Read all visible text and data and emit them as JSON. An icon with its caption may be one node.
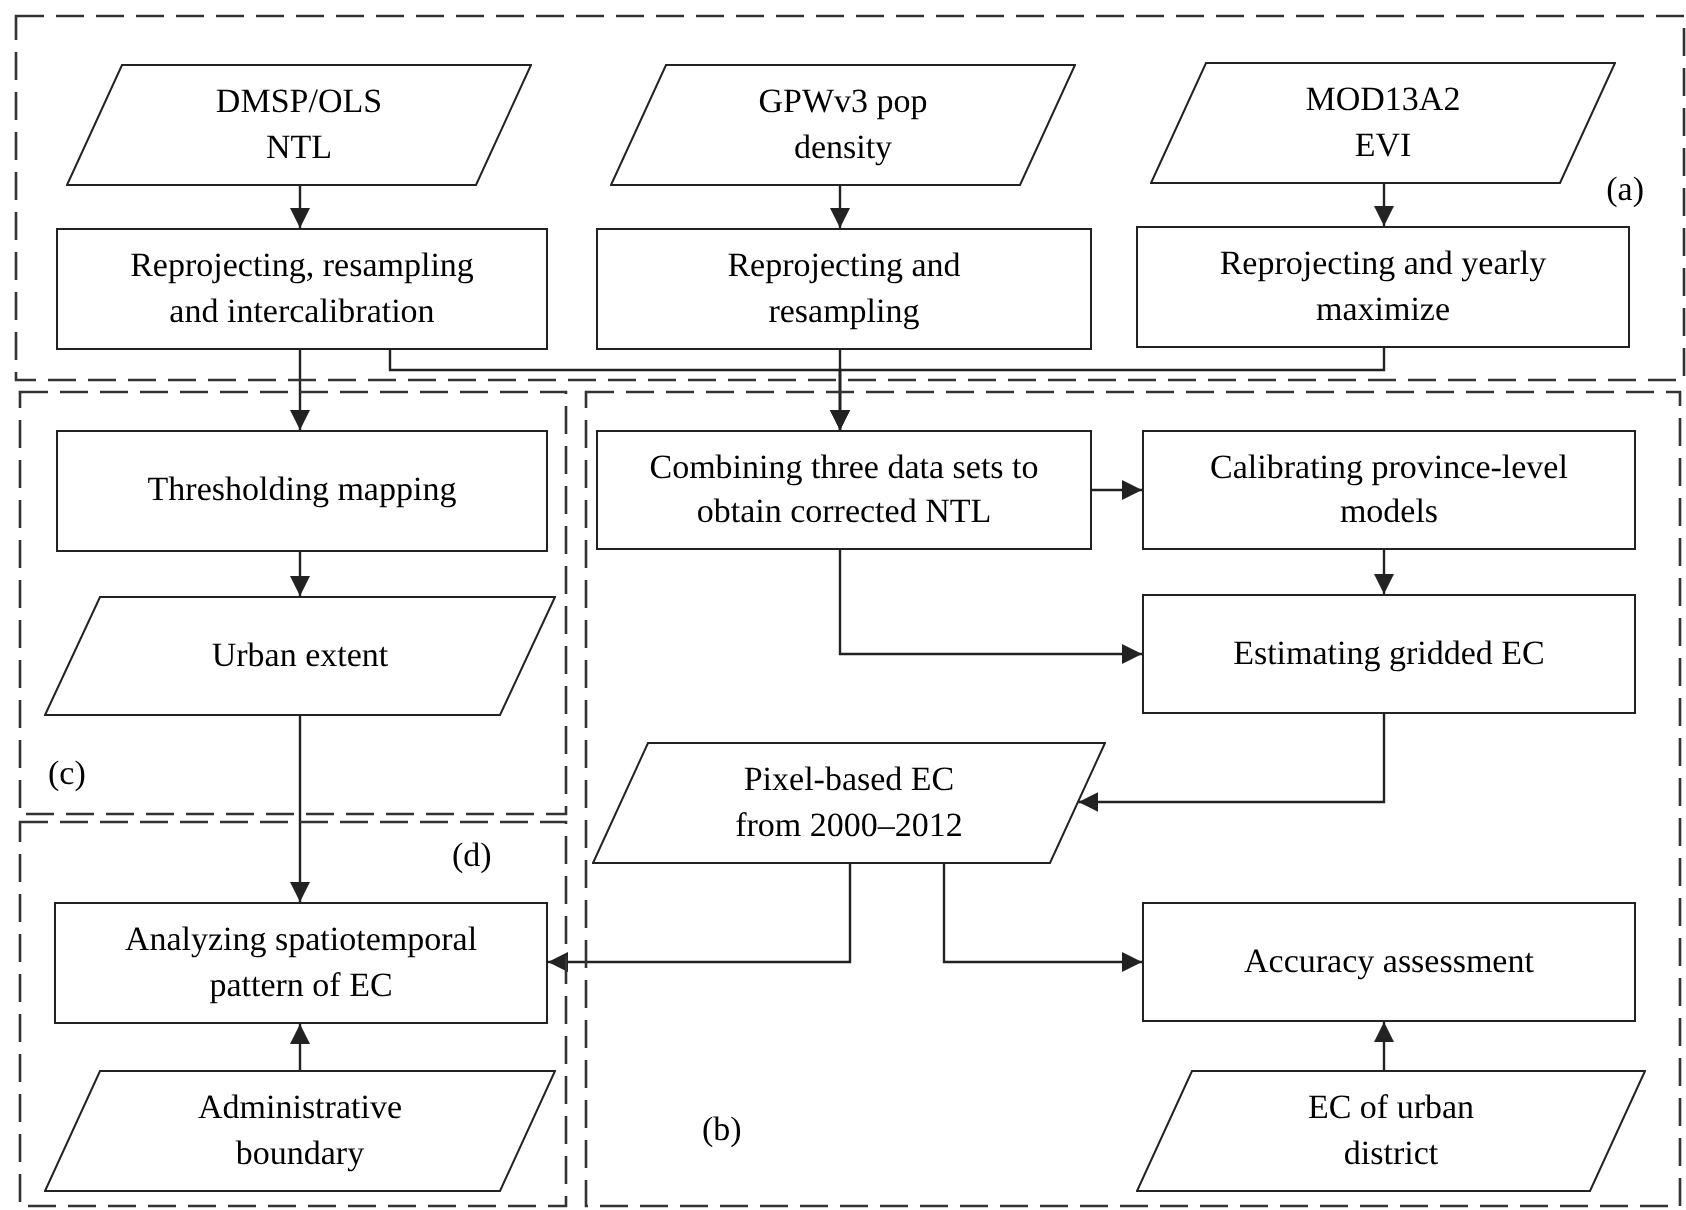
{
  "diagram": {
    "nodes": [
      {
        "text": [
          "(a)"
        ]
      },
      {
        "text": [
          "DMSP/OLS NTL"
        ],
        "in": 0
      },
      {
        "text": [
          "GPWv3 pop density"
        ],
        "in": 0
      },
      {
        "text": [
          "MOD13A2 EVI"
        ],
        "in": 0
      },
      {
        "text": [
          "Reprojecting, resampling and intercalibration"
        ],
        "in": 0
      },
      {
        "text": [
          "Reprojecting and resampling"
        ],
        "in": 0
      },
      {
        "text": [
          "Reprojecting and yearly maximize"
        ],
        "in": 0
      },
      {
        "text": [
          "(c)"
        ]
      },
      {
        "text": [
          "Thresholding mapping"
        ],
        "in": 7
      },
      {
        "text": [
          "Urban extent"
        ],
        "in": 7
      },
      {
        "text": [
          "(b)"
        ]
      },
      {
        "text": [
          "Combining three data sets to obtain corrected NTL"
        ],
        "in": 10
      },
      {
        "text": [
          "Calibrating province-level models"
        ],
        "in": 10
      },
      {
        "text": [
          "Estimating gridded EC"
        ],
        "in": 10
      },
      {
        "text": [
          "Pixel-based EC from 2000–2012"
        ],
        "in": 10
      },
      {
        "text": [
          "Accuracy assessment"
        ],
        "in": 10
      },
      {
        "text": [
          "EC of urban district"
        ],
        "in": 10
      },
      {
        "text": [
          "(d)"
        ]
      },
      {
        "text": [
          "Analyzing spatiotemporal pattern of EC"
        ],
        "in": 17
      },
      {
        "text": [
          "Administrative boundary"
        ],
        "in": 17
      }
    ],
    "edges": [
      {
        "from": 1,
        "to": 4,
        "arrow": "to"
      },
      {
        "from": 2,
        "to": 5,
        "arrow": "to"
      },
      {
        "from": 3,
        "to": 6,
        "arrow": "to"
      },
      {
        "from": 4,
        "to": 8,
        "arrow": "to"
      },
      {
        "from": 4,
        "to": 11,
        "arrow": "to"
      },
      {
        "from": 5,
        "to": 11,
        "arrow": "to"
      },
      {
        "from": 6,
        "to": 11,
        "arrow": "to"
      },
      {
        "from": 8,
        "to": 9,
        "arrow": "to"
      },
      {
        "from": 9,
        "to": 18,
        "arrow": "to"
      },
      {
        "from": 11,
        "to": 12,
        "arrow": "to"
      },
      {
        "from": 12,
        "to": 13,
        "arrow": "to"
      },
      {
        "from": 11,
        "to": 13,
        "arrow": "to"
      },
      {
        "from": 13,
        "to": 14,
        "arrow": "to"
      },
      {
        "from": 14,
        "to": 18,
        "arrow": "to"
      },
      {
        "from": 14,
        "to": 15,
        "arrow": "to"
      },
      {
        "from": 16,
        "to": 15,
        "arrow": "to"
      },
      {
        "from": 19,
        "to": 18,
        "arrow": "to"
      }
    ]
  }
}
